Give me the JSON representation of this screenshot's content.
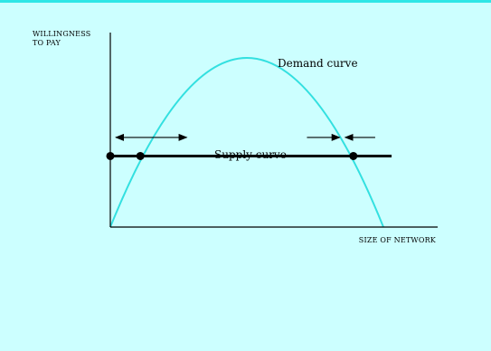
{
  "chart_data": {
    "type": "line",
    "title": "",
    "ylabel_lines": [
      "WILLINGNESS",
      "TO PAY"
    ],
    "xlabel": "SIZE OF NETWORK",
    "xlim": [
      0,
      1
    ],
    "ylim": [
      0,
      1
    ],
    "grid": false,
    "colors": {
      "background": "#ccffff",
      "top_rule": "#2ee6e6",
      "demand": "#33e0e0",
      "supply": "#000000",
      "axes": "#000000"
    },
    "series": [
      {
        "name": "Demand curve",
        "kind": "parabola",
        "x": [
          0,
          0.12,
          0.25,
          0.4,
          0.5,
          0.6,
          0.75,
          0.88,
          1
        ],
        "y": [
          0,
          0.55,
          0.88,
          1.0,
          0.98,
          0.9,
          0.66,
          0.33,
          0
        ]
      },
      {
        "name": "Supply curve",
        "kind": "horizontal",
        "y": 0.42,
        "x_range": [
          0,
          1.03
        ]
      }
    ],
    "equilibria": [
      {
        "x": 0.0,
        "y": 0.42
      },
      {
        "x": 0.11,
        "y": 0.42
      },
      {
        "x": 0.89,
        "y": 0.42
      }
    ],
    "arrows": [
      {
        "from": 0.16,
        "to": 0.02,
        "y": 0.53
      },
      {
        "from": 0.16,
        "to": 0.28,
        "y": 0.53
      },
      {
        "from": 0.72,
        "to": 0.84,
        "y": 0.53
      },
      {
        "from": 0.97,
        "to": 0.86,
        "y": 0.53
      }
    ]
  }
}
